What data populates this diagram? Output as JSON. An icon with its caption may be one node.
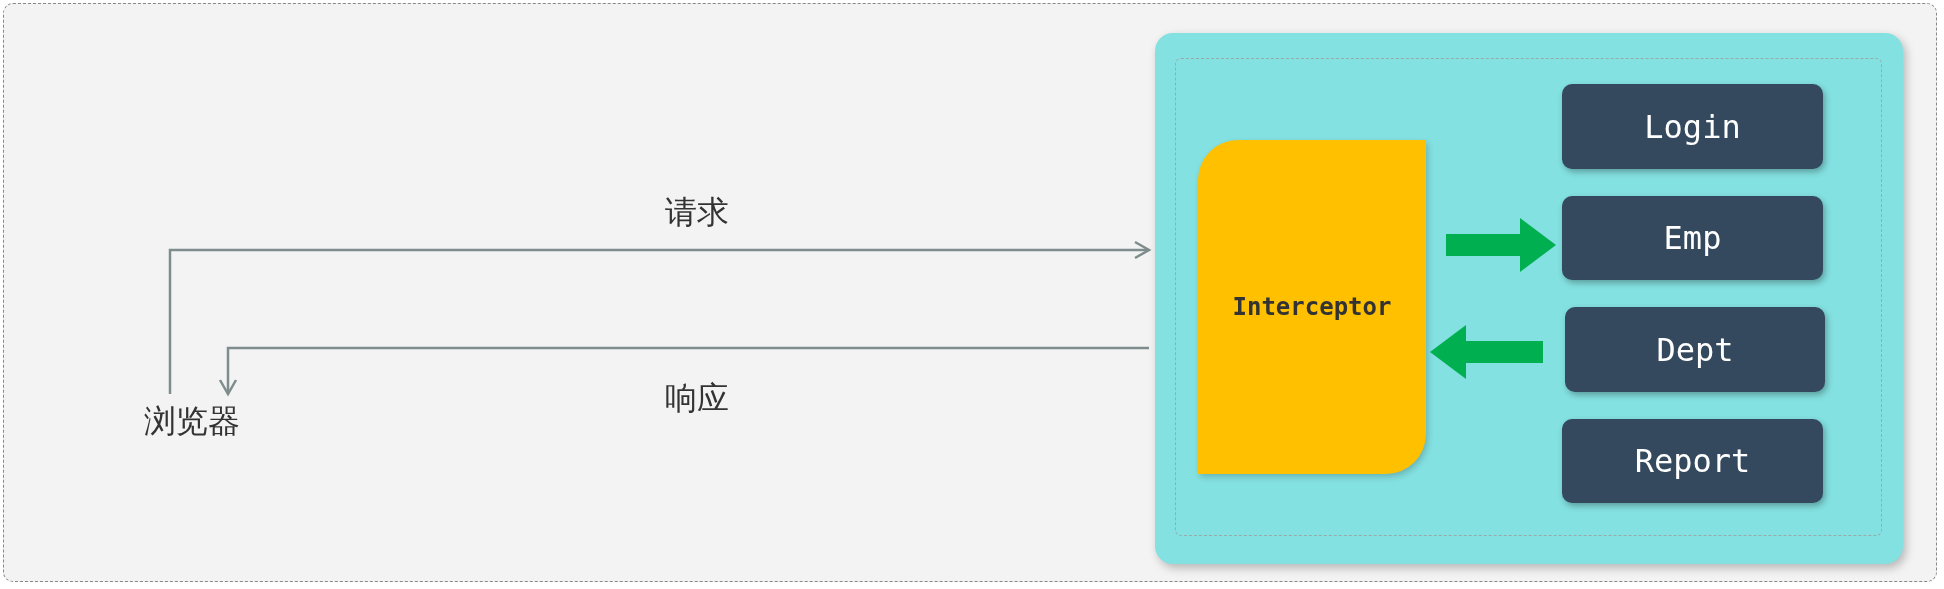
{
  "diagram": {
    "nodes": [
      {
        "text": [
          "浏览器"
        ]
      },
      {
        "text": [],
        "shape": "box"
      },
      {
        "text": [
          "Interceptor"
        ],
        "in": 1
      },
      {
        "text": [
          "Login"
        ],
        "in": 1
      },
      {
        "text": [
          "Emp"
        ],
        "in": 1
      },
      {
        "text": [
          "Dept"
        ],
        "in": 1
      },
      {
        "text": [
          "Report"
        ],
        "in": 1
      }
    ],
    "edges": [
      {
        "from": 0,
        "to": 1,
        "arrow": "to",
        "label": "请求"
      },
      {
        "from": 1,
        "to": 0,
        "arrow": "to",
        "label": "响应"
      },
      {
        "from": 2,
        "to": 4,
        "arrow": "to",
        "style": "thick",
        "color": "#00b050"
      },
      {
        "from": 5,
        "to": 2,
        "arrow": "to",
        "style": "thick",
        "color": "#00b050"
      }
    ]
  }
}
